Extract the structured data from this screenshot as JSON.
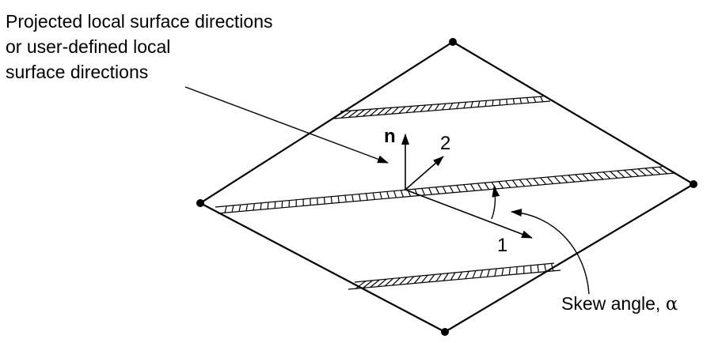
{
  "labels": {
    "directions_line1": "Projected local surface directions",
    "directions_line2": "or user-defined local",
    "directions_line3": "surface directions",
    "normal": "n",
    "axis_1": "1",
    "axis_2": "2",
    "skew_text": "Skew angle, ",
    "skew_symbol": "α"
  },
  "colors": {
    "stroke": "#000000",
    "background": "#ffffff"
  }
}
